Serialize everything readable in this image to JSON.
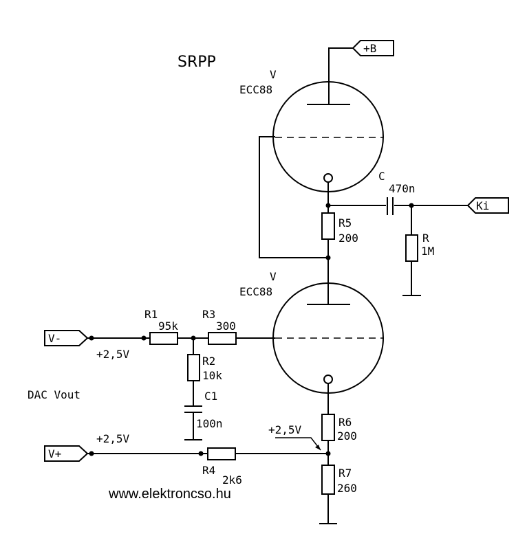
{
  "title": "SRPP",
  "website": "www.elektroncso.hu",
  "tubes": [
    {
      "designator": "V",
      "type": "ECC88"
    },
    {
      "designator": "V",
      "type": "ECC88"
    }
  ],
  "ports": {
    "plus_b": "+B",
    "ki": "Ki",
    "v_minus": "V-",
    "v_plus": "V+"
  },
  "components": {
    "r1": {
      "name": "R1",
      "value": "95k"
    },
    "r2": {
      "name": "R2",
      "value": "10k"
    },
    "r3": {
      "name": "R3",
      "value": "300"
    },
    "r4": {
      "name": "R4",
      "value": "2k6"
    },
    "r5": {
      "name": "R5",
      "value": "200"
    },
    "r6": {
      "name": "R6",
      "value": "200"
    },
    "r7": {
      "name": "R7",
      "value": "260"
    },
    "r": {
      "name": "R",
      "value": "1M"
    },
    "c": {
      "name": "C",
      "value": "470n"
    },
    "c1": {
      "name": "C1",
      "value": "100n"
    }
  },
  "notes": {
    "vminus_voltage": "+2,5V",
    "vplus_voltage": "+2,5V",
    "cathode_voltage": "+2,5V",
    "dac_label": "DAC Vout"
  }
}
